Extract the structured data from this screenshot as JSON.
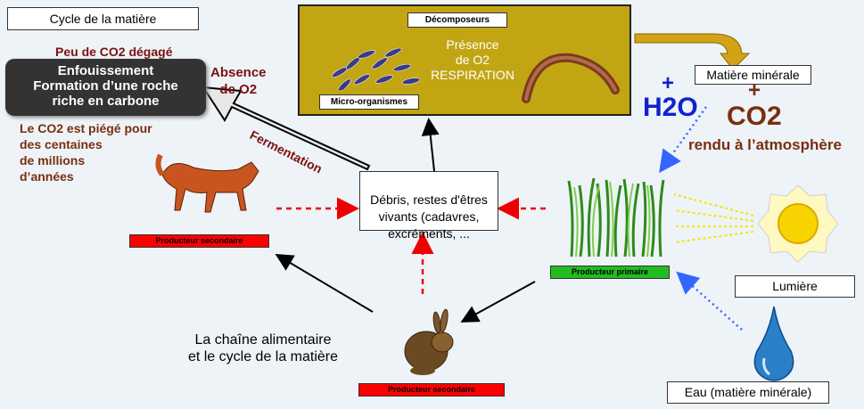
{
  "title": "Cycle de la matière",
  "burial": {
    "top_note": "Peu de CO2 dégagé",
    "box_text": "Enfouissement\nFormation d’une roche\nriche en carbone",
    "absence": "Absence\nde O2",
    "trapped": "Le CO2 est piégé pour\ndes centaines\nde millions\nd’années"
  },
  "decomposers": {
    "title": "Décomposeurs",
    "presence": "Présence\nde O2\nRESPIRATION",
    "micro": "Micro-organismes"
  },
  "mineral": {
    "box": "Matière minérale",
    "h2o": "H2O",
    "co2": "CO2",
    "plus": "+",
    "returned": "rendu à l’atmosphère"
  },
  "debris": "Débris, restes d'êtres\nvivants (cadavres,\nexcréments, ...",
  "fermentation": "Fermentation",
  "producers": {
    "secondary_fox": "Producteur secondaire",
    "secondary_rabbit": "Producteur secondaire",
    "primary": "Producteur primaire"
  },
  "light": "Lumière",
  "water": "Eau (matière minérale)",
  "caption": "La chaîne alimentaire\net le cycle de la matière",
  "colors": {
    "decomposer_bg": "#c2a513",
    "burial_bg": "#333333",
    "secondary_tag": "#ff0000",
    "primary_tag": "#22bb22",
    "dark_red": "#7a1010",
    "blue": "#1122cc",
    "brown": "#7a2e0e"
  }
}
